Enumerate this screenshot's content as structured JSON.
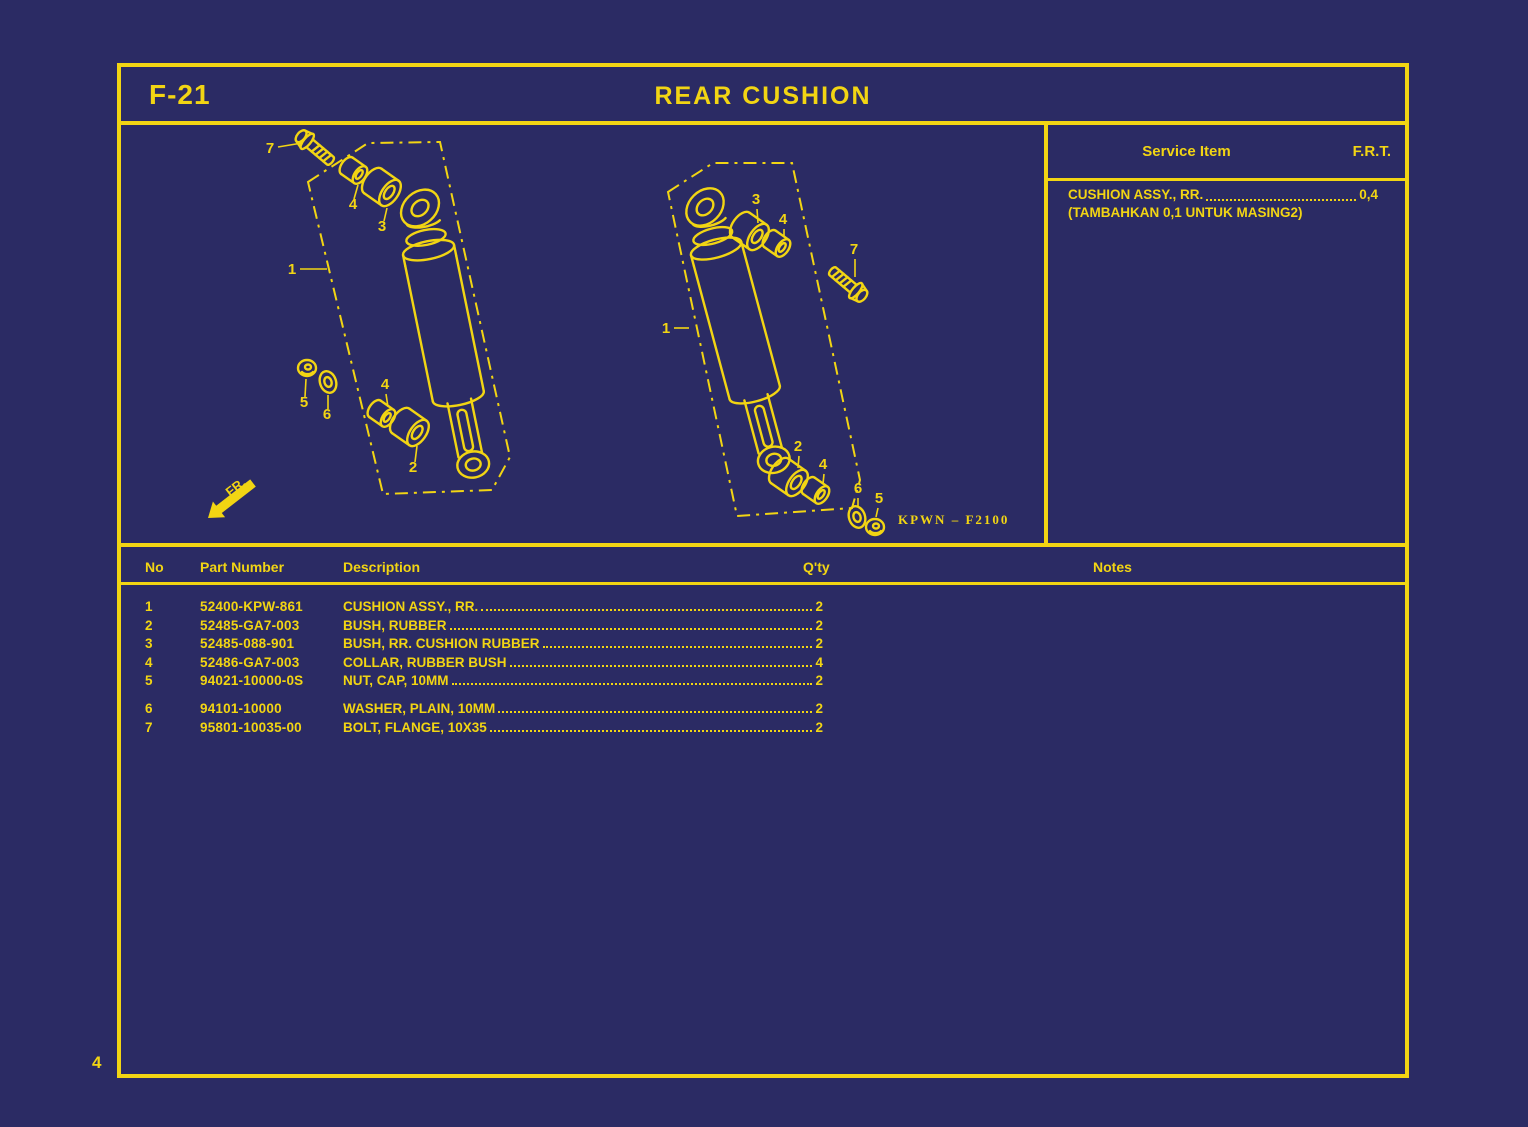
{
  "page": {
    "code": "F-21",
    "title": "REAR CUSHION",
    "page_number": "4"
  },
  "colors": {
    "background": "#2b2b64",
    "accent": "#f2d513"
  },
  "service_panel": {
    "title": "Service Item",
    "frt_label": "F.R.T.",
    "items": [
      {
        "name": "CUSHION ASSY., RR.",
        "frt": "0,4",
        "note": "(TAMBAHKAN 0,1 UNTUK MASING2)"
      }
    ]
  },
  "table": {
    "headers": {
      "no": "No",
      "part_number": "Part Number",
      "description": "Description",
      "qty": "Q'ty",
      "notes": "Notes"
    },
    "rows": [
      {
        "no": "1",
        "part_number": "52400-KPW-861",
        "description": "CUSHION ASSY., RR.",
        "qty": "2",
        "notes": ""
      },
      {
        "no": "2",
        "part_number": "52485-GA7-003",
        "description": "BUSH, RUBBER",
        "qty": "2",
        "notes": ""
      },
      {
        "no": "3",
        "part_number": "52485-088-901",
        "description": "BUSH, RR. CUSHION RUBBER",
        "qty": "2",
        "notes": ""
      },
      {
        "no": "4",
        "part_number": "52486-GA7-003",
        "description": "COLLAR, RUBBER BUSH",
        "qty": "4",
        "notes": ""
      },
      {
        "no": "5",
        "part_number": "94021-10000-0S",
        "description": "NUT, CAP, 10MM",
        "qty": "2",
        "notes": ""
      },
      {
        "no": "6",
        "part_number": "94101-10000",
        "description": "WASHER, PLAIN, 10MM",
        "qty": "2",
        "notes": ""
      },
      {
        "no": "7",
        "part_number": "95801-10035-00",
        "description": "BOLT, FLANGE, 10X35",
        "qty": "2",
        "notes": ""
      }
    ]
  },
  "diagram": {
    "drawing_code": "KPWN – F2100",
    "front_label": "FR.",
    "left_callouts": {
      "c7": "7",
      "c4_top": "4",
      "c3": "3",
      "c1": "1",
      "c5": "5",
      "c6": "6",
      "c4_bottom": "4",
      "c2": "2"
    },
    "right_callouts": {
      "c3": "3",
      "c4_top": "4",
      "c7": "7",
      "c1": "1",
      "c2": "2",
      "c4_bottom": "4",
      "c6": "6",
      "c5": "5"
    }
  }
}
